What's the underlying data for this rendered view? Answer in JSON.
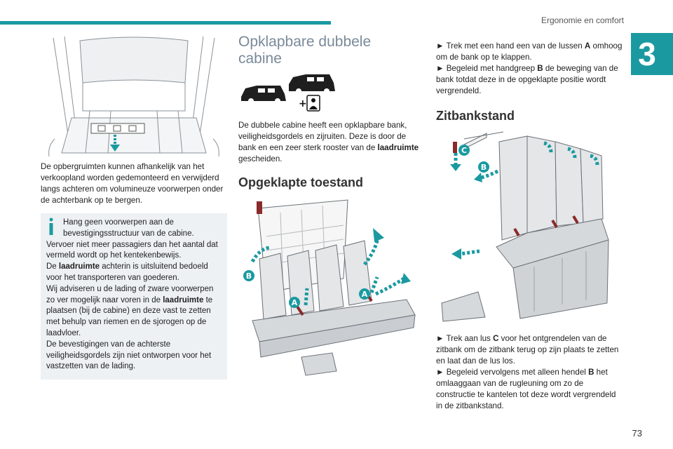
{
  "header": {
    "title": "Ergonomie en comfort",
    "chapter": "3",
    "page_number": "73"
  },
  "colors": {
    "accent": "#1a9aa0",
    "infobox_bg": "#edf1f4",
    "heading_grey": "#7a8a99"
  },
  "col1": {
    "para1": "De opbergruimten kunnen afhankelijk van het verkoopland worden gedemonteerd en verwijderd langs achteren om volumineuze voorwerpen onder de achterbank op te bergen.",
    "info": {
      "icon": "info-icon",
      "l1": "Hang geen voorwerpen aan de",
      "l2": "bevestigingsstructuur van de cabine.",
      "l3": "Vervoer niet meer passagiers dan het aantal dat vermeld wordt op het kentekenbewijs.",
      "l4_a": "De ",
      "l4_b": "laadruimte",
      "l4_c": " achterin is uitsluitend bedoeld voor het transporteren van goederen.",
      "l5_a": "Wij adviseren u de lading of zware voorwerpen zo ver mogelijk naar voren in de ",
      "l5_b": "laadruimte",
      "l5_c": " te plaatsen (bij de cabine) en deze vast te zetten met behulp van riemen en de sjorogen op de laadvloer.",
      "l6": "De bevestigingen van de achterste veiligheidsgordels zijn niet ontworpen voor het vastzetten van de lading."
    }
  },
  "col2": {
    "title_l1": "Opklapbare dubbele",
    "title_l2": "cabine",
    "para_a": "De dubbele cabine heeft een opklapbare bank, veiligheidsgordels en zijruiten. Deze is door de bank en een zeer sterk rooster van de ",
    "para_b": "laadruimte",
    "para_c": " gescheiden.",
    "heading": "Opgeklapte toestand",
    "label_a1": "A",
    "label_a2": "A",
    "label_b": "B",
    "plus": "+"
  },
  "col3": {
    "step1_a": "► Trek met een hand een van de lussen ",
    "step1_b": "A",
    "step1_c": " omhoog om de bank op te klappen.",
    "step2_a": "► Begeleid met handgreep ",
    "step2_b": "B",
    "step2_c": " de beweging van de bank totdat deze in de opgeklapte positie wordt vergrendeld.",
    "heading": "Zitbankstand",
    "label_c": "C",
    "label_b": "B",
    "step3_a": "► Trek aan lus ",
    "step3_b": "C",
    "step3_c": " voor het ontgrendelen van de zitbank om de zitbank terug op zijn plaats te zetten en laat dan de lus los.",
    "step4_a": "► Begeleid vervolgens met alleen hendel ",
    "step4_b": "B",
    "step4_c": " het omlaaggaan van de rugleuning om zo de constructie te kantelen tot deze wordt vergrendeld in de zitbankstand."
  }
}
